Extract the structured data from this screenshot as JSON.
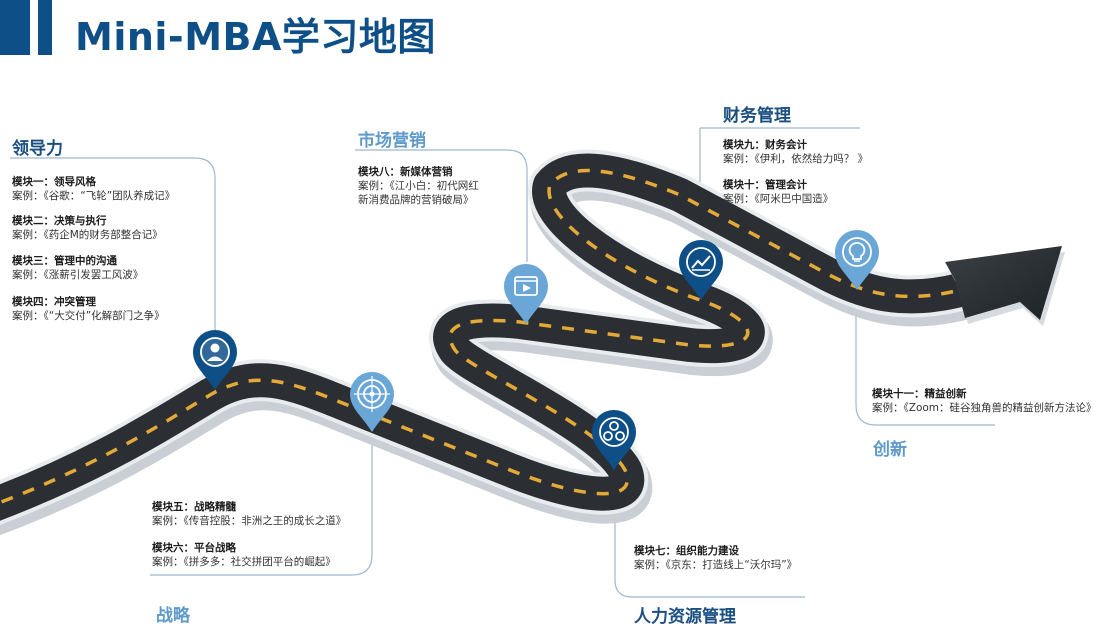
{
  "title": "Mini-MBA学习地图",
  "colors": {
    "dark_blue": "#0d4f86",
    "light_blue": "#6aa7d6",
    "road": "#2b2f33",
    "dash": "#e4a936"
  },
  "categories": {
    "leadership": "领导力",
    "marketing": "市场营销",
    "finance": "财务管理",
    "strategy": "战略",
    "hr": "人力资源管理",
    "innovation": "创新"
  },
  "modules": {
    "m1": {
      "title": "模块一：领导风格",
      "case": "案例：《谷歌：“飞轮”团队养成记》"
    },
    "m2": {
      "title": "模块二：决策与执行",
      "case": "案例：《药企M的财务部整合记》"
    },
    "m3": {
      "title": "模块三：管理中的沟通",
      "case": "案例：《涨薪引发罢工风波》"
    },
    "m4": {
      "title": "模块四：冲突管理",
      "case": "案例：《“大交付”化解部门之争》"
    },
    "m5": {
      "title": "模块五：战略精髓",
      "case": "案例：《传音控股：非洲之王的成长之道》"
    },
    "m6": {
      "title": "模块六：平台战略",
      "case": "案例：《拼多多：社交拼团平台的崛起》"
    },
    "m7": {
      "title": "模块七：组织能力建设",
      "case": "案例：《京东：打造线上“沃尔玛”》"
    },
    "m8": {
      "title": "模块八：新媒体营销",
      "case": "案例：《江小白：初代网红",
      "case2": "新消费品牌的营销破局》"
    },
    "m9": {
      "title": "模块九：财务会计",
      "case": "案例：《伊利，依然给力吗？ 》"
    },
    "m10": {
      "title": "模块十：管理会计",
      "case": "案例：《阿米巴中国造》"
    },
    "m11": {
      "title": "模块十一：精益创新",
      "case": "案例：《Zoom：硅谷独角兽的精益创新方法论》"
    }
  },
  "icons": [
    "leader-person-icon",
    "target-icon",
    "video-play-icon",
    "network-nodes-icon",
    "line-chart-icon",
    "lightbulb-icon"
  ]
}
